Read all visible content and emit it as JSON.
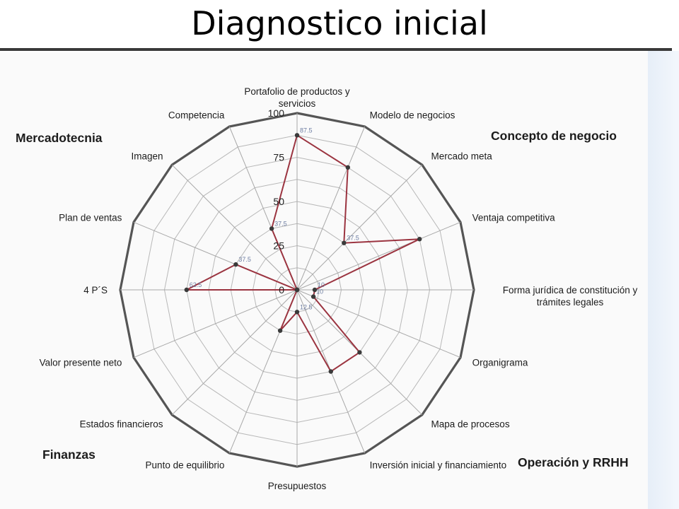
{
  "page": {
    "title": "Diagnostico inicial"
  },
  "chart_data": {
    "type": "radar",
    "r_range": [
      0,
      100
    ],
    "r_ticks": [
      "0",
      "25",
      "50",
      "75",
      "100"
    ],
    "grid": true,
    "axes": [
      "Portafolio de productos y servicios",
      "Modelo de negocios",
      "Mercado meta",
      "Ventaja competitiva",
      "Forma jurídica de constitución y trámites legales",
      "Organigrama",
      "Mapa de procesos",
      "Inversión inicial y financiamiento",
      "Presupuestos",
      "Punto de equilibrio",
      "Estados financieros",
      "Valor presente neto",
      "4 P´S",
      "Plan de ventas",
      "Imagen",
      "Competencia"
    ],
    "values": [
      87.5,
      75,
      37.5,
      75,
      10,
      10,
      50,
      50,
      12.5,
      25,
      0,
      0,
      62.5,
      37.5,
      0,
      37.5
    ],
    "value_labels": [
      "87.5",
      "",
      "37.5",
      "",
      "10",
      "10",
      "",
      "",
      "12.5",
      "",
      "",
      "",
      "62.5",
      "37.5",
      "",
      "37.5"
    ],
    "groups": [
      {
        "label": "Mercadotecnia",
        "position": "top-left"
      },
      {
        "label": "Concepto de negocio",
        "position": "top-right"
      },
      {
        "label": "Operación y RRHH",
        "position": "bottom-right"
      },
      {
        "label": "Finanzas",
        "position": "bottom-left"
      }
    ],
    "colors": {
      "series": "#9b3440",
      "grid": "#b8b8b8",
      "outer": "#555555",
      "axis": "#a8a8a8",
      "marker": "#3a3a3a"
    }
  }
}
